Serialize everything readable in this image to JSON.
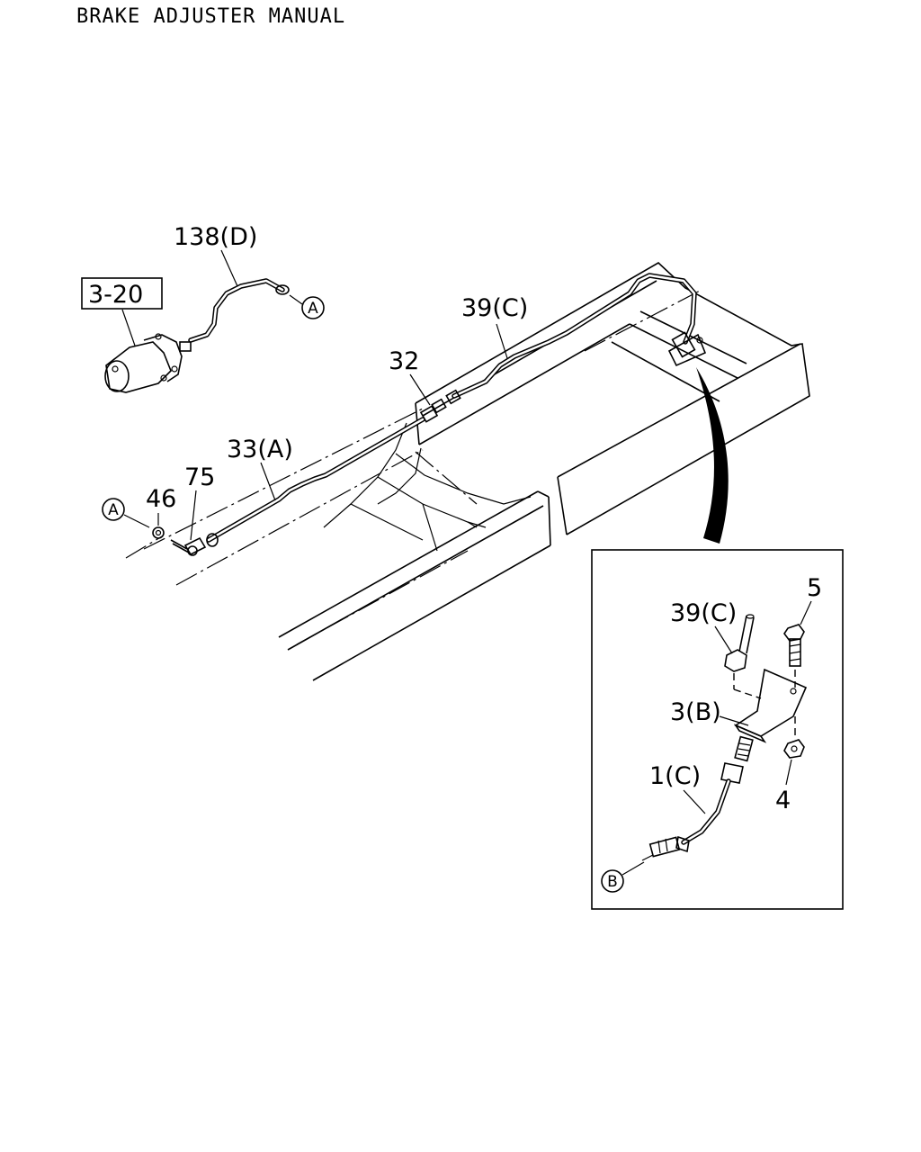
{
  "header": {
    "title": "BRAKE ADJUSTER MANUAL"
  },
  "callouts": {
    "ref_box": "3-20",
    "p138d": "138(D)",
    "p39c": "39(C)",
    "p32": "32",
    "p33a": "33(A)",
    "p46": "46",
    "p75": "75",
    "circle_a": "A",
    "circle_a2": "A"
  },
  "detail": {
    "p5": "5",
    "p39c": "39(C)",
    "p3b": "3(B)",
    "p1c": "1(C)",
    "p4": "4",
    "circle_b": "B"
  }
}
